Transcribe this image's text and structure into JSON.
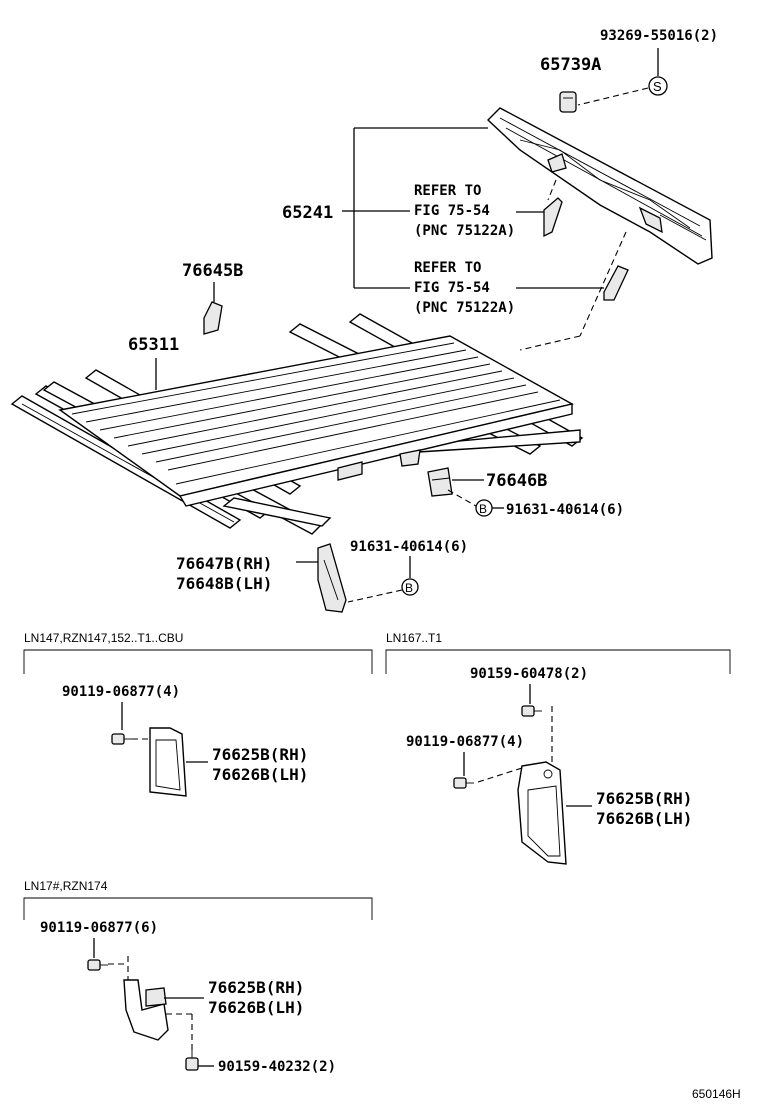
{
  "callouts": {
    "p93269": "93269-55016(2)",
    "p65739A": "65739A",
    "p65241": "65241",
    "refer1": [
      "REFER TO",
      "FIG 75-54",
      "(PNC 75122A)"
    ],
    "refer2": [
      "REFER TO",
      "FIG 75-54",
      "(PNC 75122A)"
    ],
    "p76645B": "76645B",
    "p65311": "65311",
    "p76646B": "76646B",
    "p91631a": "91631-40614(6)",
    "p91631b": "91631-40614(6)",
    "p76647B": "76647B(RH)",
    "p76648B": "76648B(LH)",
    "sym_S": "S",
    "sym_B1": "B",
    "sym_B2": "B"
  },
  "sections": [
    {
      "label": "LN147,RZN147,152..T1..CBU",
      "parts": [
        "90119-06877(4)",
        "76625B(RH)",
        "76626B(LH)"
      ]
    },
    {
      "label": "LN167..T1",
      "parts": [
        "90159-60478(2)",
        "90119-06877(4)",
        "76625B(RH)",
        "76626B(LH)"
      ]
    },
    {
      "label": "LN17#,RZN174",
      "parts": [
        "90119-06877(6)",
        "76625B(RH)",
        "76626B(LH)",
        "90159-40232(2)"
      ]
    }
  ],
  "figure_id": "650146H"
}
